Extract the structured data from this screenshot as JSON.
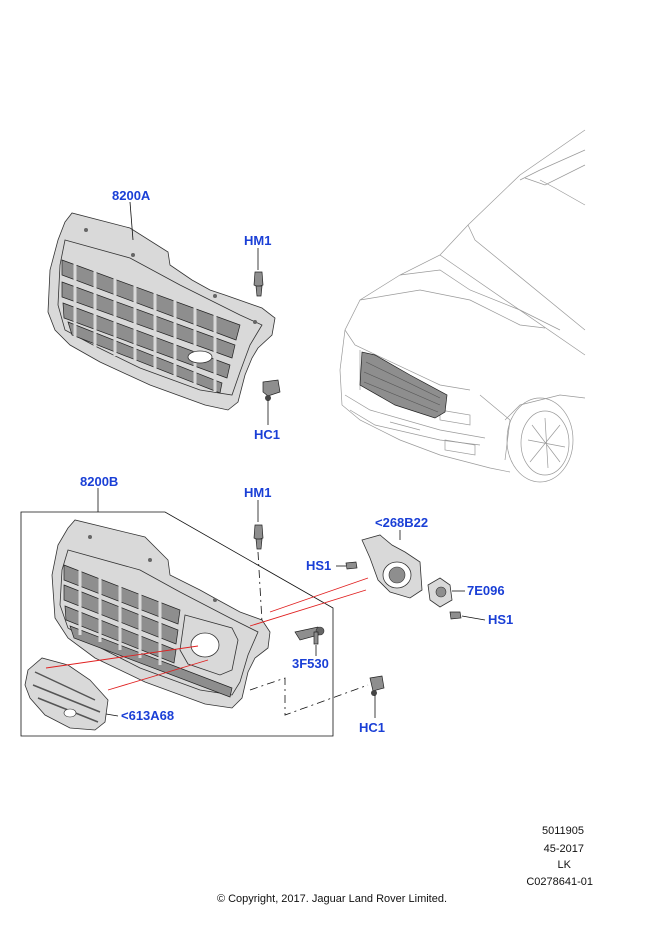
{
  "callouts": {
    "grille_a": "8200A",
    "hm1_top": "HM1",
    "hc1_top": "HC1",
    "grille_b": "8200B",
    "hm1_bottom": "HM1",
    "radar_bracket": "<268B22",
    "hs1_left": "HS1",
    "radar_sensor": "7E096",
    "hs1_right": "HS1",
    "camera": "3F530",
    "shutter": "<613A68",
    "hc1_bottom": "HC1"
  },
  "footer": {
    "ref_number": "5011905",
    "date_code": "45-2017",
    "initials": "LK",
    "illustration_id": "C0278641-01",
    "copyright": "© Copyright, 2017. Jaguar Land Rover Limited."
  },
  "colors": {
    "callout": "#1a3fd6",
    "highlight_lines": "#e02020"
  }
}
